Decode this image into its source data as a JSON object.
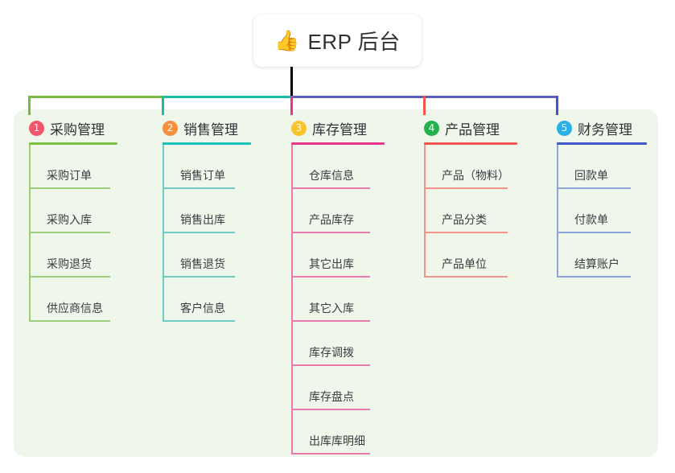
{
  "root": {
    "emoji": "👍",
    "emoji_name": "thumbs-up-icon",
    "title": "ERP 后台"
  },
  "colors": {
    "panel_bg": "#eff7ea",
    "card_bg": "#ffffff",
    "root_stem": "#5a5fbe",
    "text": "#2f3135"
  },
  "connectors": {
    "segment_1_color": "#79b940",
    "segment_2_color": "#18bda6",
    "segment_3_color": "#5a5fbe",
    "drop_colors": [
      "#79b940",
      "#18bda6",
      "#e8368f",
      "#f2554d",
      "#3f57c8"
    ]
  },
  "columns": [
    {
      "number": "1",
      "label": "采购管理",
      "badge_color": "#f2566a",
      "rule_color": "#7cc242",
      "line_color": "#9ccd7a",
      "items": [
        {
          "label": "采购订单"
        },
        {
          "label": "采购入库"
        },
        {
          "label": "采购退货"
        },
        {
          "label": "供应商信息"
        }
      ]
    },
    {
      "number": "2",
      "label": "销售管理",
      "badge_color": "#f68f3e",
      "rule_color": "#19c3bb",
      "line_color": "#6fccc6",
      "items": [
        {
          "label": "销售订单"
        },
        {
          "label": "销售出库"
        },
        {
          "label": "销售退货"
        },
        {
          "label": "客户信息"
        }
      ]
    },
    {
      "number": "3",
      "label": "库存管理",
      "badge_color": "#f8c32c",
      "rule_color": "#e8368f",
      "line_color": "#e87ab0",
      "items": [
        {
          "label": "仓库信息"
        },
        {
          "label": "产品库存"
        },
        {
          "label": "其它出库"
        },
        {
          "label": "其它入库"
        },
        {
          "label": "库存调拨"
        },
        {
          "label": "库存盘点"
        },
        {
          "label": "出库库明细"
        }
      ]
    },
    {
      "number": "4",
      "label": "产品管理",
      "badge_color": "#22b14c",
      "rule_color": "#f2554d",
      "line_color": "#f4928c",
      "items": [
        {
          "label": "产品（物料）"
        },
        {
          "label": "产品分类"
        },
        {
          "label": "产品单位"
        }
      ]
    },
    {
      "number": "5",
      "label": "财务管理",
      "badge_color": "#2ab0e8",
      "rule_color": "#3f57c8",
      "line_color": "#8fa3db",
      "items": [
        {
          "label": "回款单"
        },
        {
          "label": "付款单"
        },
        {
          "label": "结算账户"
        }
      ]
    }
  ]
}
